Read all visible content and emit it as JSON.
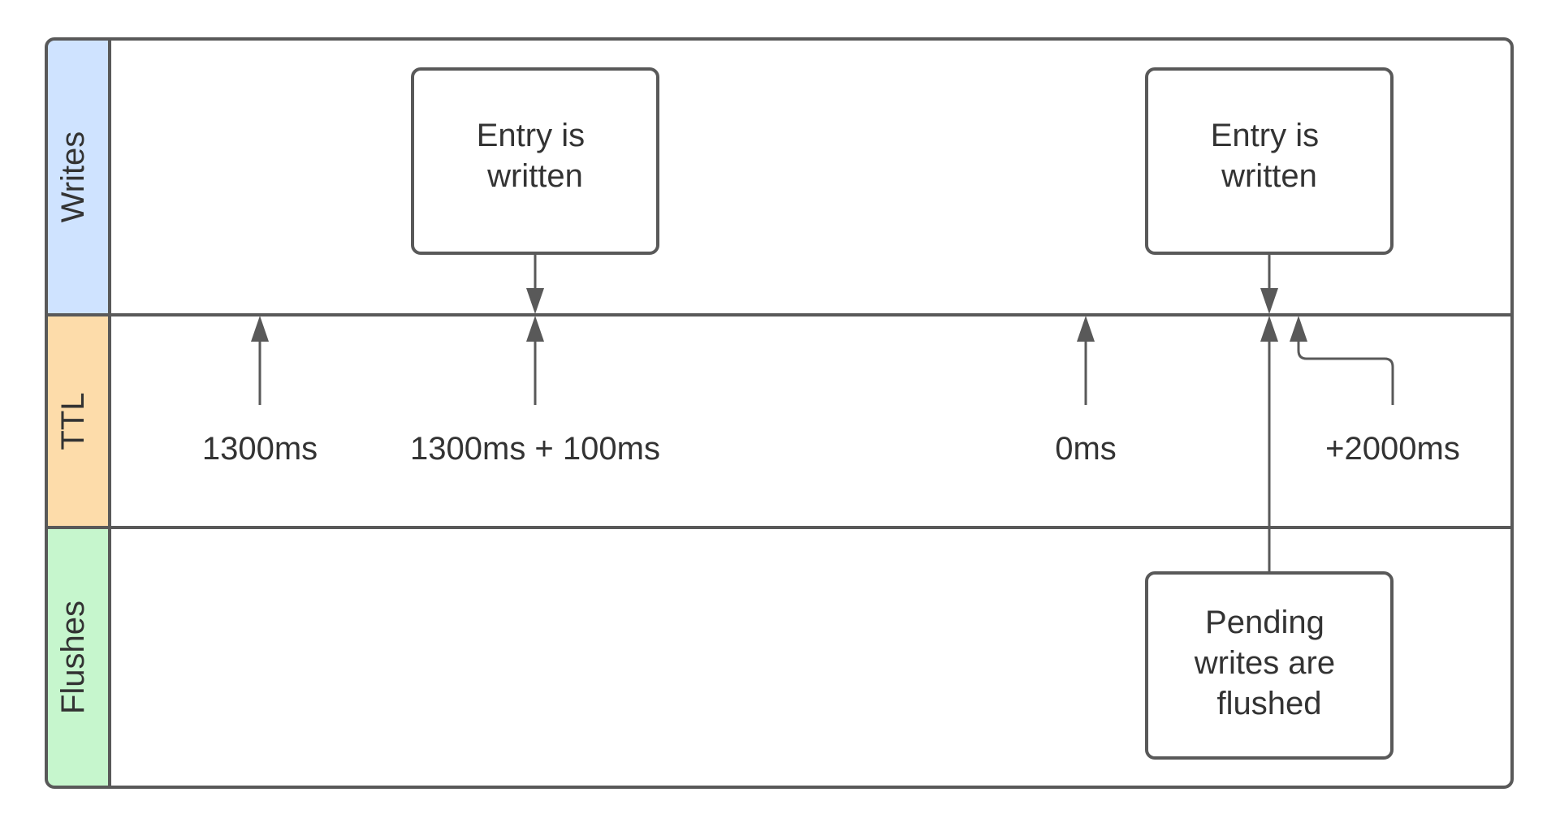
{
  "lanes": {
    "writes": {
      "label": "Writes",
      "color": "#cfe3ff"
    },
    "ttl": {
      "label": "TTL",
      "color": "#fddcaa"
    },
    "flushes": {
      "label": "Flushes",
      "color": "#c6f6cd"
    }
  },
  "boxes": {
    "write_1": [
      "Entry is",
      "written"
    ],
    "write_2": [
      "Entry is",
      "written"
    ],
    "flush": [
      "Pending",
      "writes are",
      "flushed"
    ]
  },
  "ttl_markers": {
    "m1": "1300ms",
    "m2": "1300ms + 100ms",
    "m3": "0ms",
    "m4": "+2000ms"
  },
  "colors": {
    "stroke": "#595959",
    "text": "#333333"
  }
}
